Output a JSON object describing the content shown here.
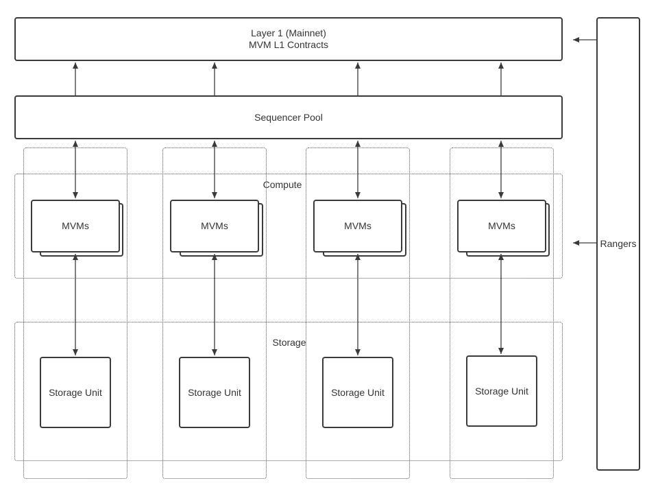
{
  "layer1": {
    "line1": "Layer 1 (Mainnet)",
    "line2": "MVM L1 Contracts"
  },
  "sequencer": {
    "label": "Sequencer Pool"
  },
  "compute": {
    "label": "Compute"
  },
  "storage": {
    "label": "Storage"
  },
  "rangers": {
    "label": "Rangers"
  },
  "columns": [
    {
      "mvm": "MVMs",
      "storage_unit": "Storage Unit"
    },
    {
      "mvm": "MVMs",
      "storage_unit": "Storage Unit"
    },
    {
      "mvm": "MVMs",
      "storage_unit": "Storage Unit"
    },
    {
      "mvm": "MVMs",
      "storage_unit": "Storage Unit"
    }
  ]
}
